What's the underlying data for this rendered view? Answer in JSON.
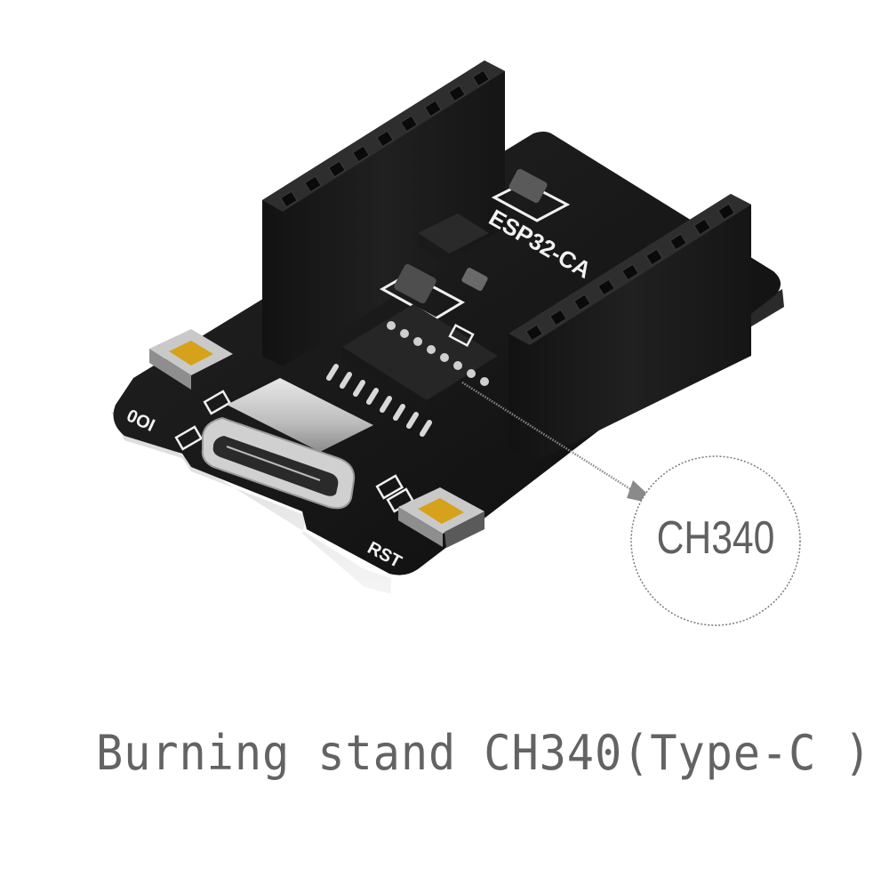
{
  "image": {
    "description": "Product photo of an ESP32-CAM programming/burning base board with CH340 USB-serial chip and USB Type-C connector",
    "background_color": "#ffffff"
  },
  "board": {
    "silkscreen_title": "ESP32-CA",
    "button_left_label": "IO0",
    "button_right_label": "RST",
    "pcb_color": "#141414",
    "header_color": "#1c1c1c",
    "button_cap_color": "#d6a21c",
    "connector": "USB Type-C"
  },
  "callout": {
    "label": "CH340",
    "text_color": "#606060",
    "border_style": "dotted"
  },
  "caption": {
    "text": "Burning stand CH340(Type-C )",
    "color": "#636363"
  }
}
